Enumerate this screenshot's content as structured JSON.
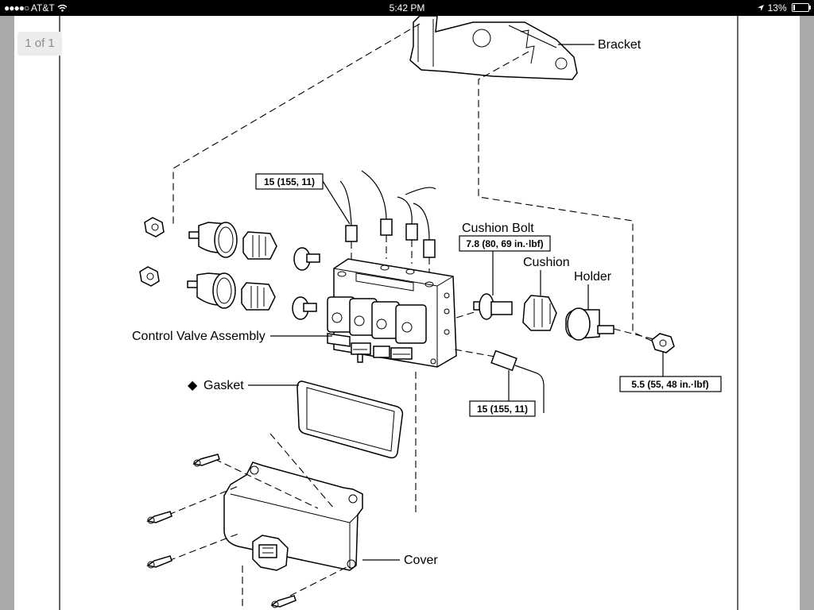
{
  "status_bar": {
    "signal": "●●●●○",
    "carrier": "AT&T",
    "time": "5:42 PM",
    "battery_text": "13%"
  },
  "viewer": {
    "page_indicator": "1 of 1"
  },
  "labels": {
    "bracket": "Bracket",
    "cushion_bolt": "Cushion Bolt",
    "cushion": "Cushion",
    "holder": "Holder",
    "control_valve_assembly": "Control Valve Assembly",
    "gasket_marker": "◆",
    "gasket": "Gasket",
    "cover": "Cover"
  },
  "torque_specs": {
    "pipe_top": "15 (155, 11)",
    "cushion_bolt": "7.8 (80, 69 in.·lbf)",
    "nut_right": "5.5 (55, 48 in.·lbf)",
    "pipe_bottom": "15 (155, 11)"
  }
}
